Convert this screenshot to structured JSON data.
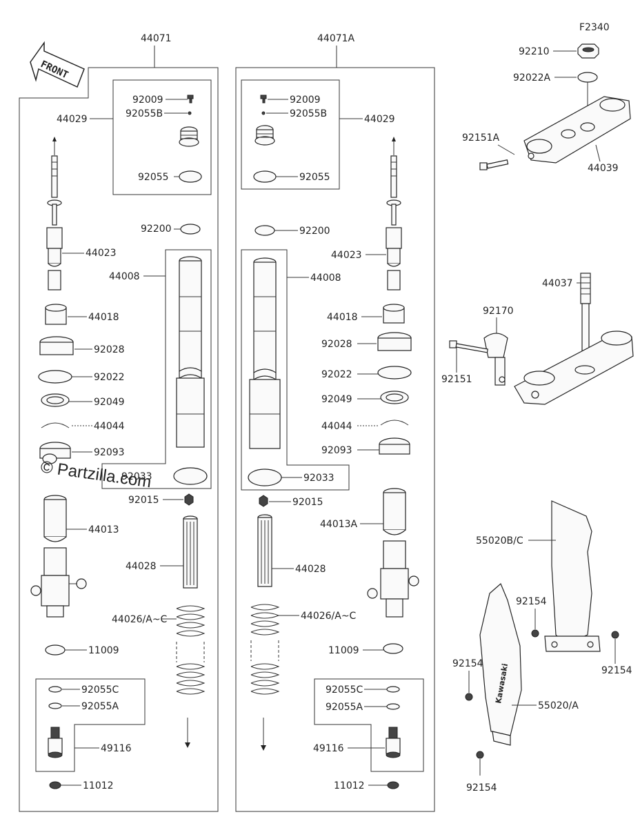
{
  "figure_code": "F2340",
  "front_label": "FRONT",
  "watermark": "© Partzilla.com",
  "assembly_left": "44071",
  "assembly_right": "44071A",
  "stamp_text": "Kawasaki",
  "labels": {
    "l_44029": "44029",
    "l_92009": "92009",
    "l_92055B": "92055B",
    "l_92055": "92055",
    "l_92200": "92200",
    "l_44023": "44023",
    "l_44008": "44008",
    "l_44018": "44018",
    "l_92028": "92028",
    "l_92022": "92022",
    "l_92049": "92049",
    "l_44044": "44044",
    "l_92093": "92093",
    "l_92033": "92033",
    "l_92015": "92015",
    "l_44013": "44013",
    "l_44028": "44028",
    "l_44026": "44026/A~C",
    "l_11009": "11009",
    "l_92055C": "92055C",
    "l_92055A": "92055A",
    "l_49116": "49116",
    "l_11012": "11012",
    "r_92009": "92009",
    "r_92055B": "92055B",
    "r_44029": "44029",
    "r_92055": "92055",
    "r_92200": "92200",
    "r_44023": "44023",
    "r_44008": "44008",
    "r_44018": "44018",
    "r_92028": "92028",
    "r_92022": "92022",
    "r_92049": "92049",
    "r_44044": "44044",
    "r_92093": "92093",
    "r_92033": "92033",
    "r_92015": "92015",
    "r_44013A": "44013A",
    "r_44028": "44028",
    "r_44026": "44026/A~C",
    "r_11009": "11009",
    "r_92055C": "92055C",
    "r_92055A": "92055A",
    "r_49116": "49116",
    "r_11012": "11012",
    "t_92210": "92210",
    "t_92022A": "92022A",
    "t_92151A": "92151A",
    "t_44039": "44039",
    "s_44037": "44037",
    "s_92170": "92170",
    "s_92151": "92151",
    "g_55020BC": "55020B/C",
    "g_92154_a": "92154",
    "g_92154_b": "92154",
    "g_92154_c": "92154",
    "g_92154_d": "92154",
    "g_55020A": "55020/A"
  }
}
